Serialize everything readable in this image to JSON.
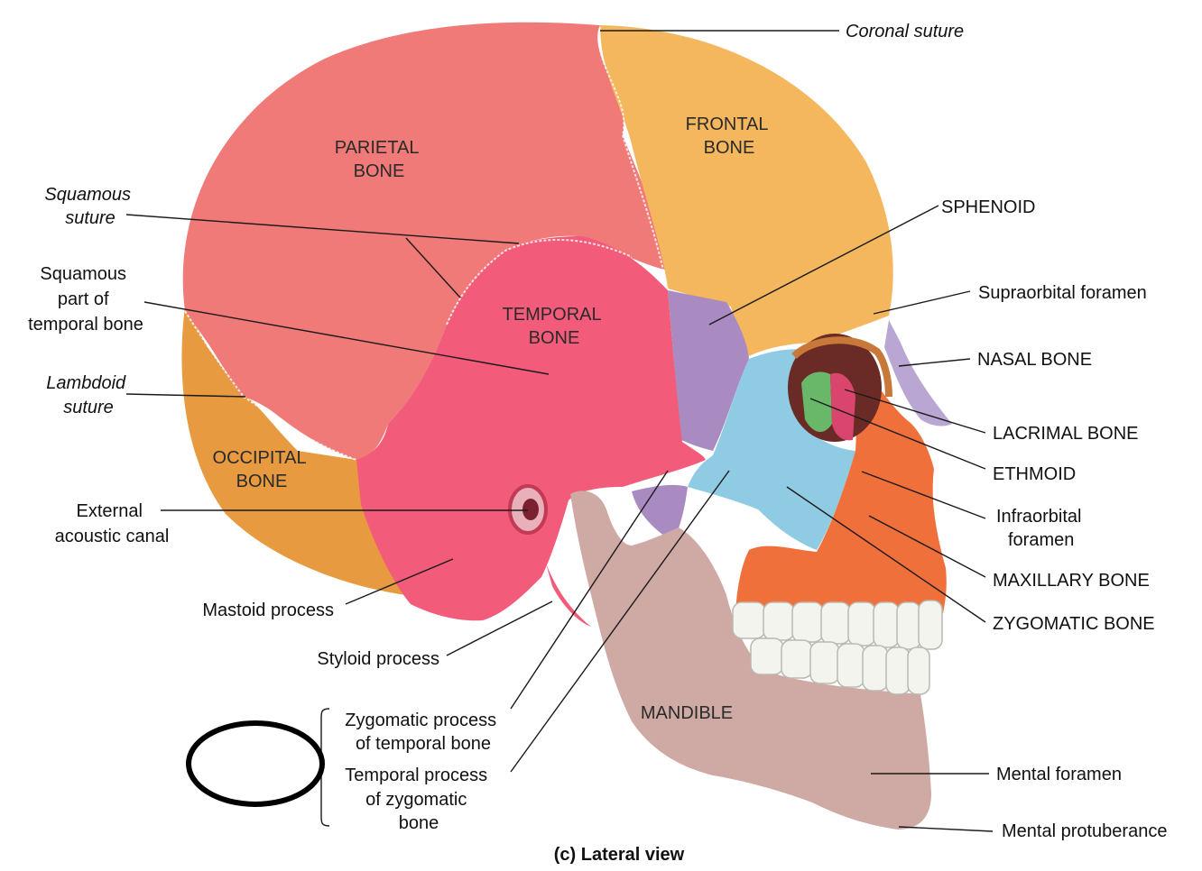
{
  "colors": {
    "parietal": "#f07a78",
    "frontal": "#f4b75e",
    "temporal": "#f25c7a",
    "occipital": "#e79a3f",
    "sphenoid": "#a98bc2",
    "zygomatic": "#8fcbe3",
    "maxillary": "#f0703c",
    "mandible": "#cfa9a4",
    "nasal": "#b9a6d2",
    "lacrimal": "#d9456c",
    "ethmoid": "#69b86a",
    "teeth": "#f4f4ef",
    "annotation_oval": "#000000"
  },
  "bone_labels": {
    "parietal": [
      "PARIETAL",
      "BONE"
    ],
    "frontal": [
      "FRONTAL",
      "BONE"
    ],
    "temporal": [
      "TEMPORAL",
      "BONE"
    ],
    "occipital": [
      "OCCIPITAL",
      "BONE"
    ],
    "mandible": [
      "MANDIBLE"
    ]
  },
  "left_labels": {
    "squamous_suture": [
      "Squamous",
      "suture"
    ],
    "squamous_part": [
      "Squamous",
      "part of",
      "temporal bone"
    ],
    "lambdoid_suture": [
      "Lambdoid",
      "suture"
    ],
    "external_acoustic_canal": [
      "External",
      "acoustic canal"
    ],
    "mastoid_process": [
      "Mastoid process"
    ],
    "styloid_process": [
      "Styloid process"
    ],
    "zygomatic_process": [
      "Zygomatic process",
      "of temporal bone"
    ],
    "temporal_process": [
      "Temporal process",
      "of zygomatic",
      "bone"
    ]
  },
  "right_labels": {
    "coronal_suture": [
      "Coronal suture"
    ],
    "sphenoid": [
      "SPHENOID"
    ],
    "supraorbital_foramen": [
      "Supraorbital foramen"
    ],
    "nasal_bone": [
      "NASAL BONE"
    ],
    "lacrimal_bone": [
      "LACRIMAL BONE"
    ],
    "ethmoid": [
      "ETHMOID"
    ],
    "infraorbital_foramen": [
      "Infraorbital",
      "foramen"
    ],
    "maxillary_bone": [
      "MAXILLARY BONE"
    ],
    "zygomatic_bone": [
      "ZYGOMATIC BONE"
    ],
    "mental_foramen": [
      "Mental foramen"
    ],
    "mental_protuberance": [
      "Mental protuberance"
    ]
  },
  "caption": "(c) Lateral view"
}
